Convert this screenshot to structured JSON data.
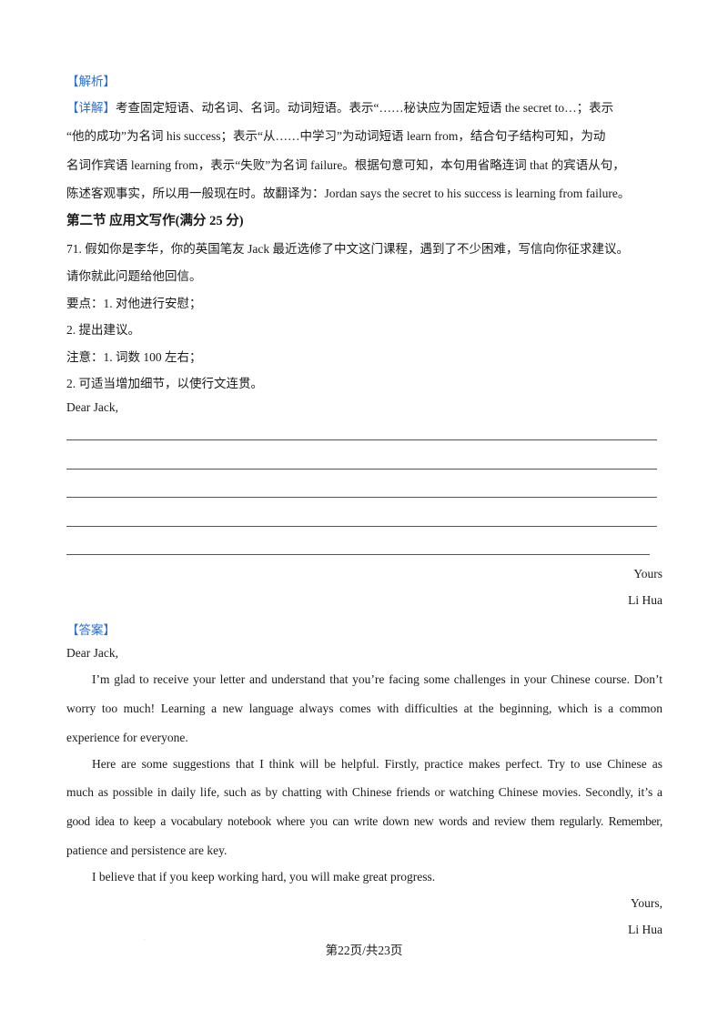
{
  "analysis": {
    "tag": "【解析】",
    "detail_tag": "【详解】",
    "line1": "考查固定短语、动名词、名词。动词短语。表示“……秘诀应为固定短语 the secret to…；表示",
    "line2": "“他的成功”为名词 his success；表示“从……中学习”为动词短语 learn from，结合句子结构可知，为动",
    "line3": "名词作宾语 learning from，表示“失败”为名词 failure。根据句意可知，本句用省略连词 that 的宾语从句，",
    "line4": "陈述客观事实，所以用一般现在时。故翻译为：Jordan says the secret to his success is learning from failure。"
  },
  "section": {
    "title": "第二节 应用文写作(满分 25 分)"
  },
  "question": {
    "line1": "71. 假如你是李华，你的英国笔友 Jack 最近选修了中文这门课程，遇到了不少困难，写信向你征求建议。",
    "line2": "请你就此问题给他回信。",
    "point1": "要点：1. 对他进行安慰；",
    "point2": "2. 提出建议。",
    "note1": "注意：1. 词数 100 左右；",
    "note2": "2. 可适当增加细节，以使行文连贯。",
    "salutation": "Dear Jack,",
    "closing": "Yours",
    "signature": "Li Hua"
  },
  "answer": {
    "tag": "【答案】",
    "salutation": "Dear Jack,",
    "p1_l1": "I’m glad to receive your letter and understand that you’re facing some challenges in your Chinese course. Don’t",
    "p1_l2": "worry too much! Learning a new language always comes with difficulties at the beginning, which is a common",
    "p1_l3": "experience for everyone.",
    "p2_l1": "Here are some suggestions that I think will be helpful. Firstly, practice makes perfect. Try to use Chinese as",
    "p2_l2": "much as possible in daily life, such as by chatting with Chinese friends or watching Chinese movies. Secondly, it’s a",
    "p2_l3": "good idea to keep a vocabulary notebook where you can write down new words and review them regularly. Remember,",
    "p2_l4": "patience and persistence are key.",
    "p3_l1": "I believe that if you keep working hard, you will make great progress.",
    "closing": "Yours,",
    "signature": "Li Hua"
  },
  "footer": {
    "page": "第22页/共23页"
  }
}
